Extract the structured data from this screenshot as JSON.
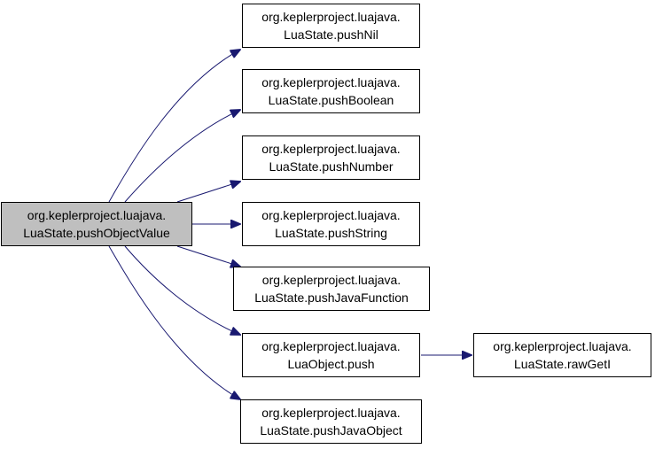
{
  "colors": {
    "edge": "#191970",
    "node_border": "#000000",
    "root_fill": "#bfbfbf",
    "node_fill": "#ffffff"
  },
  "root": {
    "line1": "org.keplerproject.luajava.",
    "line2": "LuaState.pushObjectValue"
  },
  "nodes": {
    "pushNil": {
      "line1": "org.keplerproject.luajava.",
      "line2": "LuaState.pushNil"
    },
    "pushBoolean": {
      "line1": "org.keplerproject.luajava.",
      "line2": "LuaState.pushBoolean"
    },
    "pushNumber": {
      "line1": "org.keplerproject.luajava.",
      "line2": "LuaState.pushNumber"
    },
    "pushString": {
      "line1": "org.keplerproject.luajava.",
      "line2": "LuaState.pushString"
    },
    "pushJavaFunction": {
      "line1": "org.keplerproject.luajava.",
      "line2": "LuaState.pushJavaFunction"
    },
    "luaObjectPush": {
      "line1": "org.keplerproject.luajava.",
      "line2": "LuaObject.push"
    },
    "rawGetI": {
      "line1": "org.keplerproject.luajava.",
      "line2": "LuaState.rawGetI"
    },
    "pushJavaObject": {
      "line1": "org.keplerproject.luajava.",
      "line2": "LuaState.pushJavaObject"
    }
  }
}
